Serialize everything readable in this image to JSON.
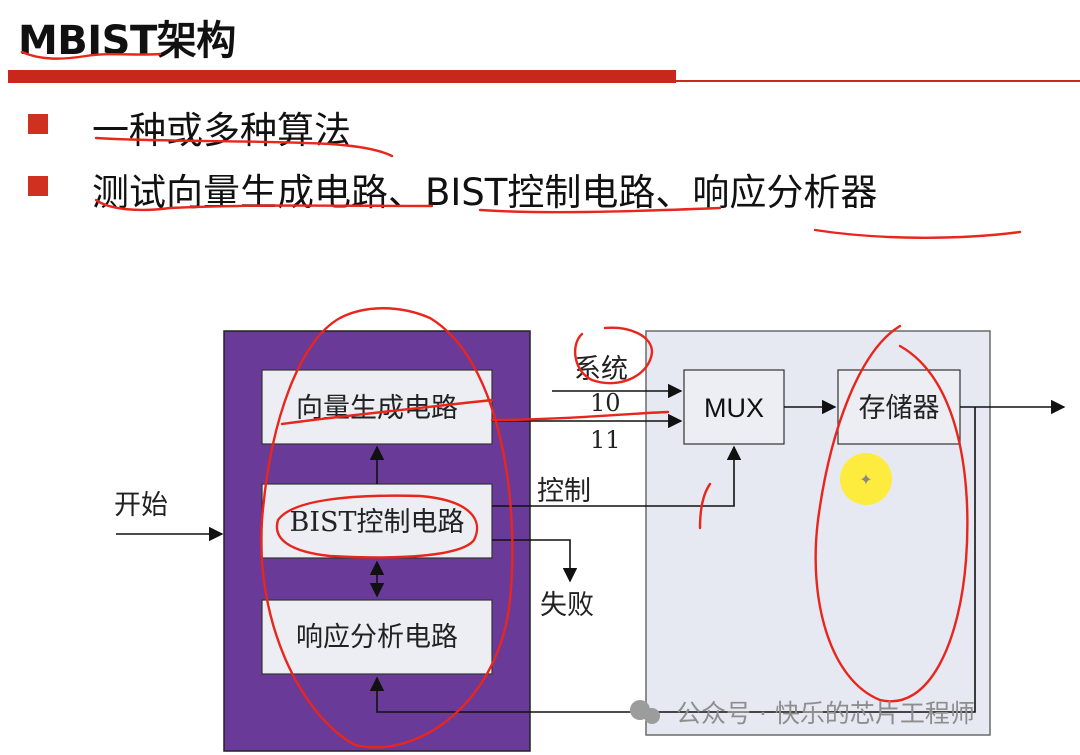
{
  "slide": {
    "title": "MBIST架构",
    "bullets": [
      "一种或多种算法",
      "测试向量生成电路、BIST控制电路、响应分析器"
    ]
  },
  "diagram": {
    "bist_blocks": [
      "向量生成电路",
      "BIST控制电路",
      "响应分析电路"
    ],
    "mux_label": "MUX",
    "memory_label": "存储器",
    "input_label": "开始",
    "system_label": "系统",
    "mux_input_0": "10",
    "mux_input_1": "11",
    "control_label": "控制",
    "fail_label": "失败"
  },
  "watermark": {
    "text": "公众号 · 快乐的芯片工程师"
  },
  "colors": {
    "bist_box": "#6a3a98",
    "system_box": "#e6e8f2",
    "accent_red": "#c8281b",
    "annotation_red": "#e8261c",
    "cursor_yellow": "#ffec2a"
  }
}
